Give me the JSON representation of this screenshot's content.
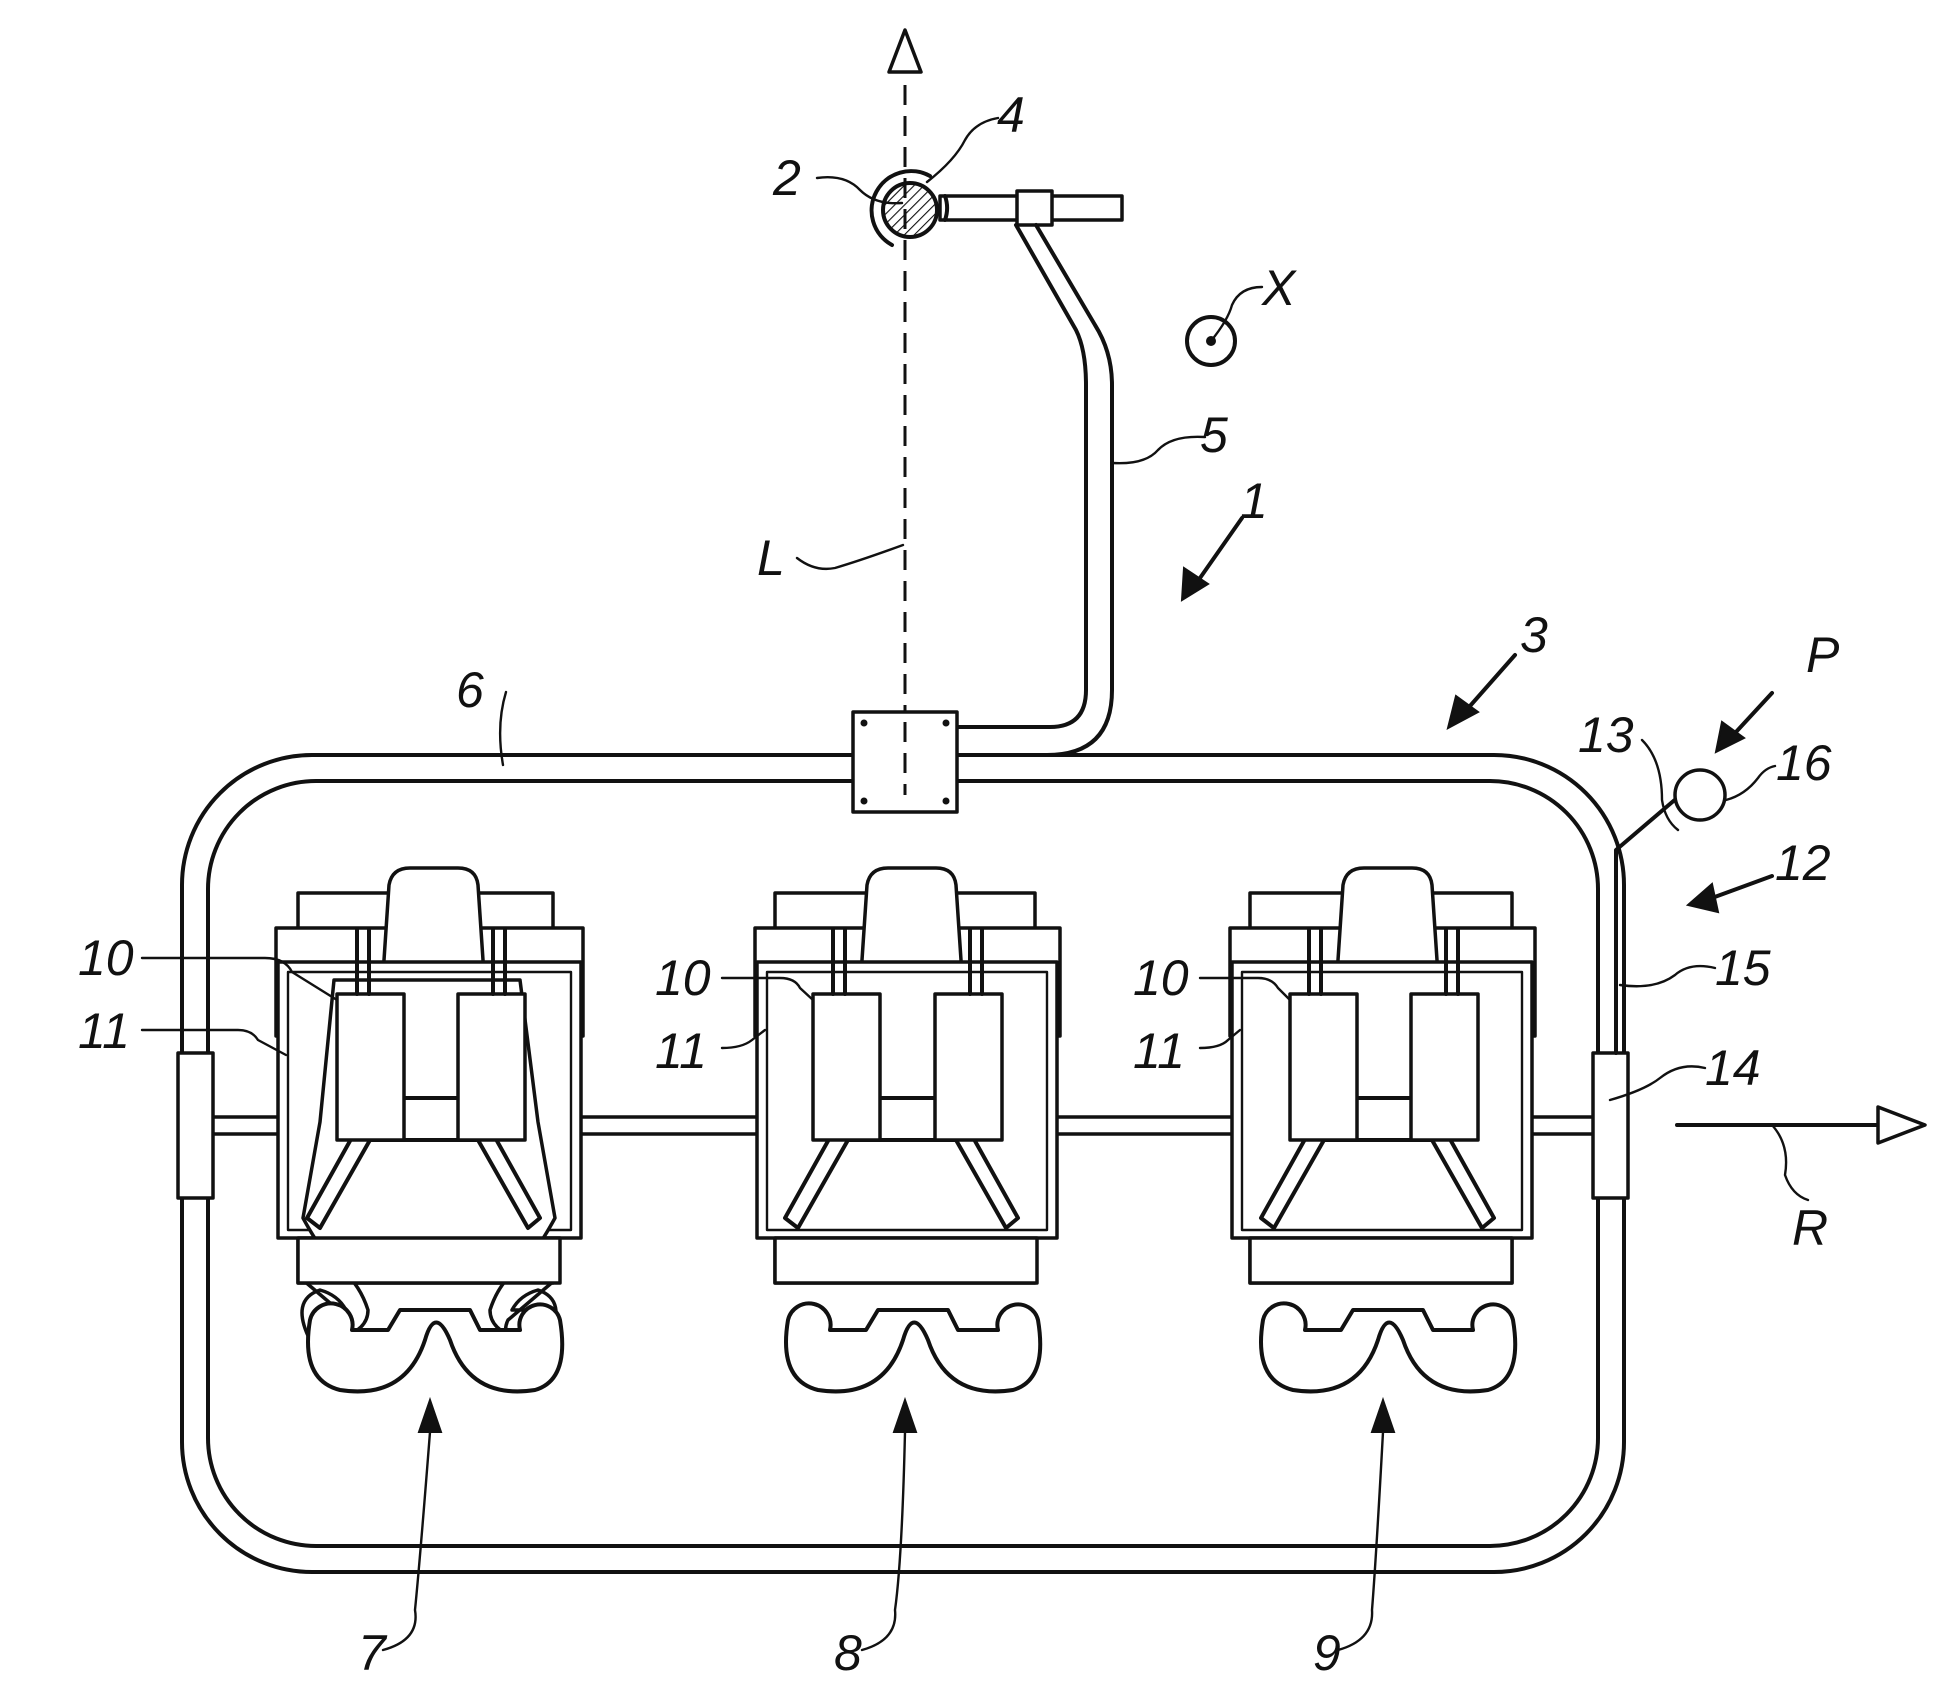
{
  "figure": {
    "labels": {
      "l1": "1",
      "l2": "2",
      "l3": "3",
      "l4": "4",
      "l5": "5",
      "l6": "6",
      "l7": "7",
      "l8": "8",
      "l9": "9",
      "l10": "10",
      "l11": "11",
      "l12": "12",
      "l13": "13",
      "l14": "14",
      "l15": "15",
      "l16": "16",
      "lX": "X",
      "lL": "L",
      "lP": "P",
      "lR": "R"
    }
  }
}
